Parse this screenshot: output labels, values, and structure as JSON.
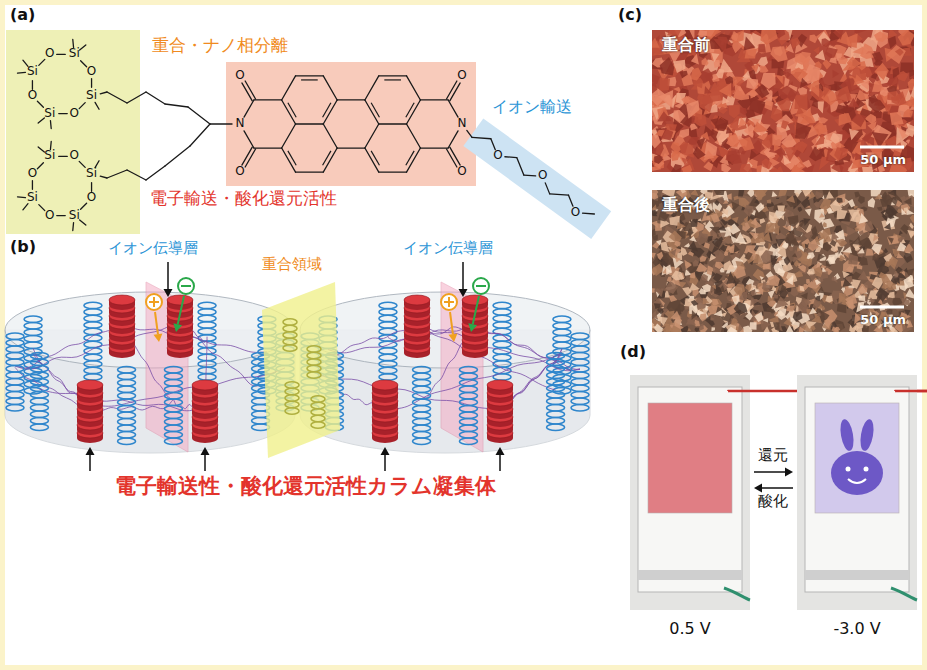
{
  "diagram": {
    "nodes": [
      {
        "text": [
          "重合前",
          "50 µm"
        ]
      },
      {
        "text": [
          "重合後",
          "50 µm"
        ]
      }
    ],
    "labels": [
      "(a)",
      "重合・ナノ相分離",
      "Si",
      "O",
      "Si",
      "O",
      "Si",
      "O",
      "Si",
      "O",
      "O",
      "Si",
      "O",
      "Si",
      "O",
      "Si",
      "O",
      "Si",
      "N",
      "O",
      "O",
      "O",
      "O",
      "N",
      "O",
      "O",
      "O",
      "電子輸送・酸化還元活性",
      "イオン輸送",
      "(b)",
      "イオン伝導層",
      "イオン伝導層",
      "重合領域",
      "電子輸送性・酸化還元活性カラム凝集体",
      "(c)",
      "(d)",
      "還元",
      "酸化",
      "0.5 V",
      "-3.0 V"
    ]
  }
}
